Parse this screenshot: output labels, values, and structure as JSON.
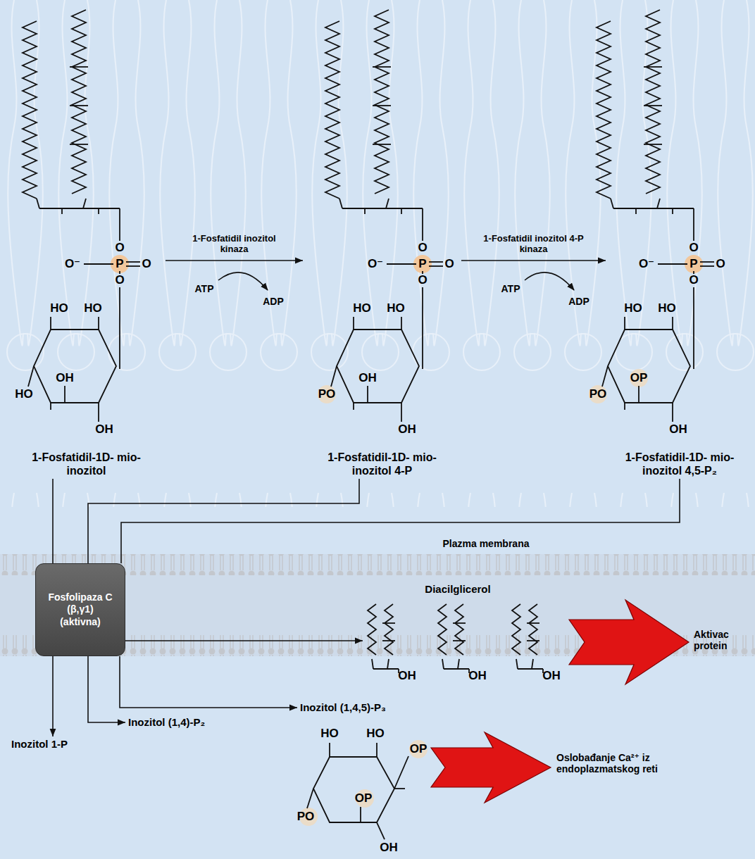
{
  "diagram": {
    "nodes": [
      {
        "text": [
          "1-Fosfatidil-1D- mio-inozitol"
        ]
      },
      {
        "text": [
          "1-Fosfatidil-1D- mio-inozitol 4-P"
        ]
      },
      {
        "text": [
          "1-Fosfatidil-1D- mio-inozitol 4,5-P₂"
        ]
      },
      {
        "text": [
          "Fosfolipaza C (β,γ1) (aktivna)"
        ]
      },
      {
        "text": [
          "Diacilglicerol"
        ]
      },
      {
        "text": [
          "Inozitol 1-P"
        ]
      },
      {
        "text": [
          "Inozitol (1,4)-P₂"
        ]
      },
      {
        "text": [
          "Inozitol (1,4,5)-P₃"
        ]
      }
    ],
    "edges": [
      {
        "from": 0,
        "to": 1,
        "arrow": "to",
        "label": "1-Fosfatidil inozitol kinaza"
      },
      {
        "from": 1,
        "to": 2,
        "arrow": "to",
        "label": "1-Fosfatidil inozitol 4-P kinaza"
      },
      {
        "from": 0,
        "to": 3,
        "arrow": "none"
      },
      {
        "from": 1,
        "to": 3,
        "arrow": "none"
      },
      {
        "from": 2,
        "to": 3,
        "arrow": "none"
      },
      {
        "from": 3,
        "to": 4,
        "arrow": "to"
      },
      {
        "from": 3,
        "to": 5,
        "arrow": "to"
      },
      {
        "from": 3,
        "to": 6,
        "arrow": "to"
      },
      {
        "from": 3,
        "to": 7,
        "arrow": "to"
      }
    ],
    "labels": [
      "ATP",
      "ADP",
      "ATP",
      "ADP",
      "Plazma membrana",
      "Aktivac protein",
      "Oslobađanje Ca²⁺ iz endoplazmatskog reti",
      "O",
      "O⁻",
      "P",
      "O",
      "O",
      "HO",
      "HO",
      "OH",
      "HO",
      "OH",
      "O",
      "O⁻",
      "P",
      "O",
      "O",
      "HO",
      "HO",
      "OH",
      "PO",
      "OH",
      "O",
      "O⁻",
      "P",
      "O",
      "O",
      "HO",
      "HO",
      "OP",
      "PO",
      "OH",
      "OH",
      "OH",
      "OH",
      "HO",
      "HO",
      "OP",
      "OP",
      "PO",
      "OH"
    ]
  }
}
